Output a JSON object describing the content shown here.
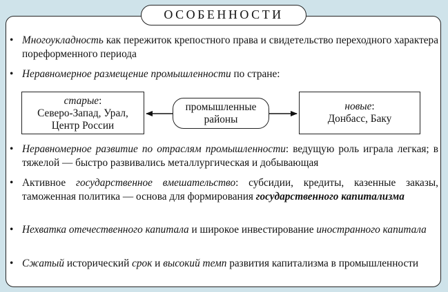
{
  "title": "ОСОБЕННОСТИ",
  "items": [
    {
      "parts": [
        {
          "text": "Многоукладность",
          "style": "i"
        },
        {
          "text": " как пережиток крепостного права и свидетельство переходного характера пореформенного периода",
          "style": ""
        }
      ]
    },
    {
      "parts": [
        {
          "text": "Неравномерное размещение промышленности",
          "style": "i"
        },
        {
          "text": " по стране:",
          "style": ""
        }
      ]
    },
    {
      "parts": [
        {
          "text": "Неравномерное развитие по отраслям промышленности",
          "style": "i"
        },
        {
          "text": ": ведущую роль играла легкая; в тяжелой — быстро развивались металлургическая и добывающая",
          "style": ""
        }
      ]
    },
    {
      "parts": [
        {
          "text": "Активное ",
          "style": ""
        },
        {
          "text": "государственное вмешательство",
          "style": "i"
        },
        {
          "text": ": субсидии, кредиты, казенные заказы, таможенная политика — основа для формирования ",
          "style": ""
        },
        {
          "text": "государственного капитализма",
          "style": "bi"
        }
      ]
    },
    {
      "parts": [
        {
          "text": "Нехватка отечественного капитала",
          "style": "i"
        },
        {
          "text": " и широкое инвестирование ",
          "style": ""
        },
        {
          "text": "иностранного капитала",
          "style": "i"
        }
      ]
    },
    {
      "parts": [
        {
          "text": "Сжатый",
          "style": "i"
        },
        {
          "text": " исторический ",
          "style": ""
        },
        {
          "text": "срок",
          "style": "i"
        },
        {
          "text": " и ",
          "style": ""
        },
        {
          "text": "высокий темп",
          "style": "i"
        },
        {
          "text": " развития капитализма в промышленности",
          "style": ""
        }
      ]
    }
  ],
  "regions": {
    "left_label": "старые",
    "left_colon": ":",
    "left_line1": "Северо-Запад, Урал,",
    "left_line2": "Центр России",
    "center_line1": "промышленные",
    "center_line2": "районы",
    "right_label": "новые",
    "right_colon": ":",
    "right_line1": "Донбасс, Баку"
  },
  "colors": {
    "background": "#cfe3ea",
    "panel": "#ffffff",
    "ink": "#111111"
  }
}
